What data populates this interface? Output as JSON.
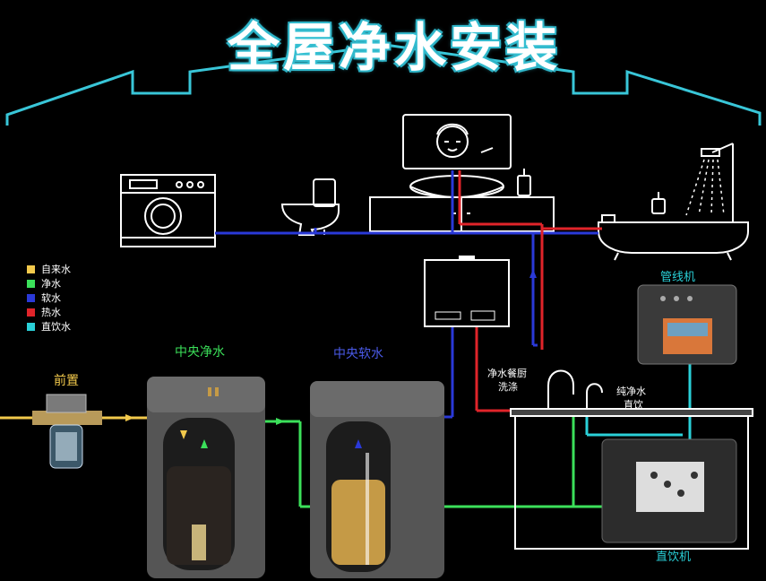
{
  "title": "全屋净水安装",
  "legend": [
    {
      "label": "自来水",
      "color": "#f2c94c"
    },
    {
      "label": "净水",
      "color": "#3be05a"
    },
    {
      "label": "软水",
      "color": "#2a39d8"
    },
    {
      "label": "热水",
      "color": "#e0242a"
    },
    {
      "label": "直饮水",
      "color": "#2ad0d8"
    }
  ],
  "labels": {
    "pre_filter": "前置",
    "central_purifier": "中央净水",
    "central_softener": "中央软水",
    "pipeline_machine": "管线机",
    "kitchen_wash_1": "净水餐厨",
    "kitchen_wash_2": "洗涤",
    "pure_direct_1": "纯净水",
    "pure_direct_2": "直饮",
    "direct_drink_machine": "直饮机"
  },
  "colors": {
    "tap": "#f2c94c",
    "purified": "#3be05a",
    "soft": "#2a39d8",
    "hot": "#e0242a",
    "direct": "#2ad0d8",
    "house_outline": "#39c6d8"
  }
}
